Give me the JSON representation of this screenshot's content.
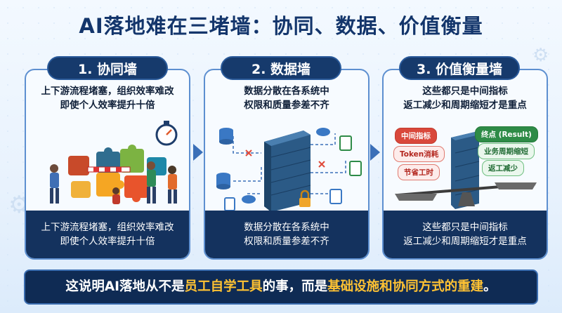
{
  "title": "AI落地难在三堵墙：协同、数据、价值衡量",
  "panels": [
    {
      "heading": "1. 协同墙",
      "top_line1": "上下游流程堵塞，组织效率难改",
      "top_line2": "即使个人效率提升十倍",
      "bottom_line1": "上下游流程堵塞，组织效率难改",
      "bottom_line2": "即使个人效率提升十倍"
    },
    {
      "heading": "2. 数据墙",
      "top_line1": "数据分散在各系统中",
      "top_line2": "权限和质量参差不齐",
      "bottom_line1": "数据分散在各系统中",
      "bottom_line2": "权限和质量参差不齐"
    },
    {
      "heading": "3. 价值衡量墙",
      "top_line1": "这些都只是中间指标",
      "top_line2": "返工减少和周期缩短才是重点",
      "bottom_line1": "这些都只是中间指标",
      "bottom_line2": "返工减少和周期缩短才是重点",
      "left_tags": [
        "中间指标",
        "Token消耗",
        "节省工时"
      ],
      "right_tags": [
        "终点 (Result)",
        "业务周期缩短",
        "返工减少"
      ]
    }
  ],
  "banner": {
    "part1": "这说明AI落地从不是",
    "highlight1": "员工自学工具",
    "part2": "的事，而是",
    "highlight2": "基础设施和协同方式的重建",
    "part3": "。"
  },
  "colors": {
    "title": "#13356b",
    "panel_head": "#163a6c",
    "panel_bottom": "#14325e",
    "highlight": "#ffc233",
    "red_tag": "#d9483b",
    "green_tag": "#2e8b47"
  }
}
